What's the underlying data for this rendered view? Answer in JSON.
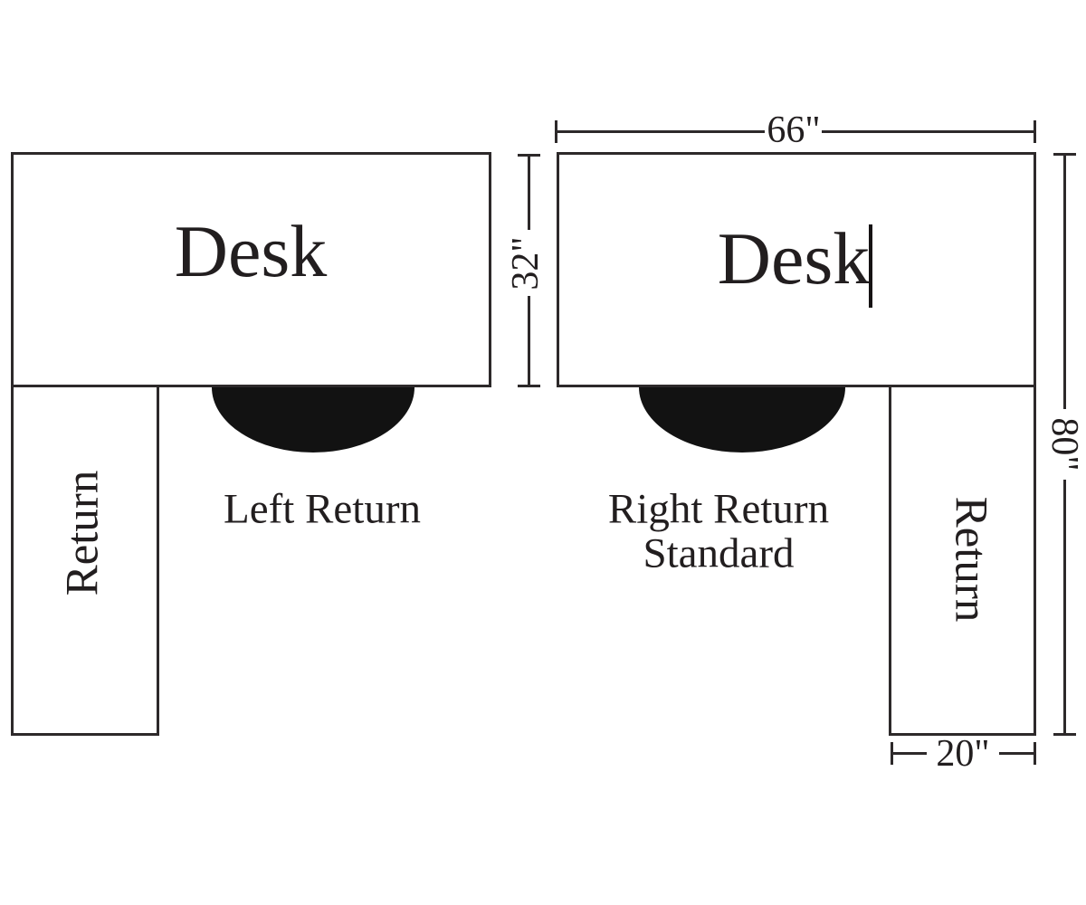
{
  "diagram": {
    "colors": {
      "background": "#ffffff",
      "line": "#2d292a",
      "chair_fill": "#121212",
      "text": "#221e1f"
    },
    "left_unit": {
      "desk_label": "Desk",
      "return_label": "Return",
      "caption": "Left Return"
    },
    "right_unit": {
      "desk_label": "Desk",
      "return_label": "Return",
      "caption_line1": "Right Return",
      "caption_line2": "Standard"
    },
    "dimensions": {
      "desk_width": "66\"",
      "desk_depth": "32\"",
      "overall_depth": "80\"",
      "return_width": "20\""
    }
  }
}
